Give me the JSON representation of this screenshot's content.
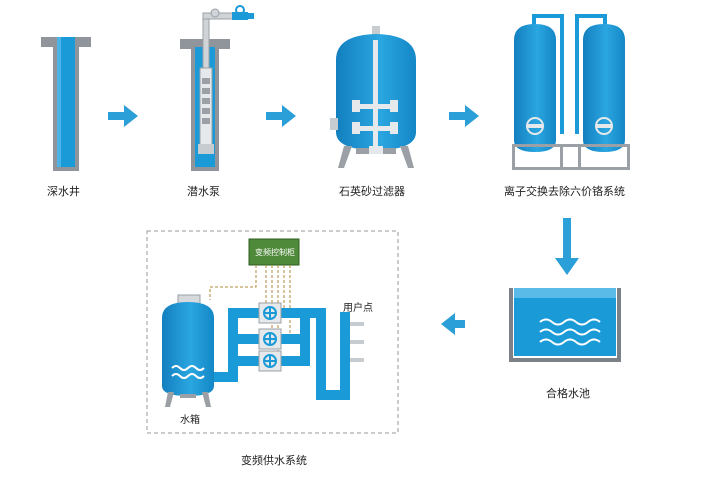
{
  "stages": {
    "deep_well": "深水井",
    "submersible_pump": "潜水泵",
    "quartz_sand_filter": "石英砂过滤器",
    "ion_exchange": "离子交换去除六价铬系统",
    "qualified_pool": "合格水池"
  },
  "vf_system": {
    "title": "变频供水系统",
    "control_cabinet": "变频控制柜",
    "tank": "水箱",
    "user_point": "用户点"
  },
  "colors": {
    "water_blue": "#1a9ad6",
    "dark_blue": "#0b6fa8",
    "arrow_blue": "#2a9fd8",
    "gray_metal": "#9aa0a6",
    "cabinet_green": "#4f8a3a"
  }
}
